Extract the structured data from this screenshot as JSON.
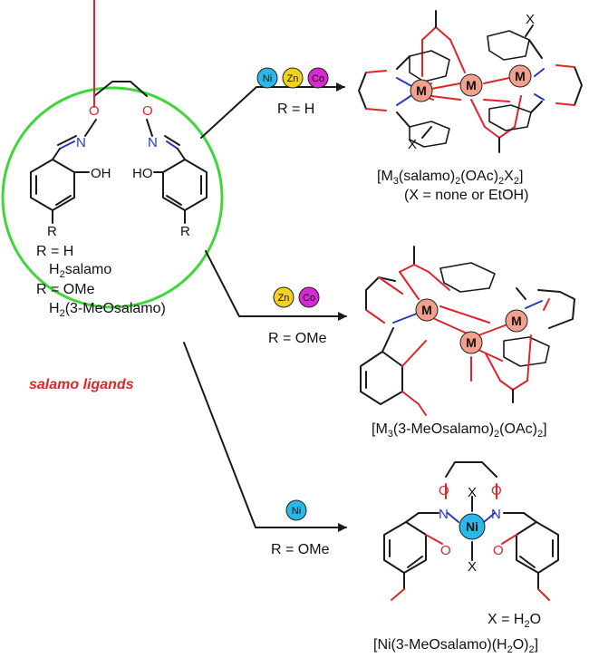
{
  "ligand": {
    "r_h": "R = H",
    "h2salamo_prefix": "H",
    "h2salamo_sub": "2",
    "h2salamo_suffix": "salamo",
    "r_ome": "R = OMe",
    "h2meo_prefix": "H",
    "h2meo_sub": "2",
    "h2meo_suffix": "(3-MeOsalamo)",
    "tag": "salamo ligands",
    "atom_o": "O",
    "atom_n": "N",
    "atom_oh": "OH",
    "atom_ho": "HO",
    "atom_r": "R"
  },
  "metals": {
    "ni": {
      "label": "Ni",
      "color": "#29b8e9"
    },
    "zn": {
      "label": "Zn",
      "color": "#f4d21a"
    },
    "co": {
      "label": "Co",
      "color": "#d62bd0"
    },
    "m_label": "M",
    "m_color": "#f0a08c"
  },
  "reactions": [
    {
      "condition": "R = H",
      "product": {
        "p1": "[M",
        "s1": "3",
        "p2": "(salamo)",
        "s2": "2",
        "p3": "(OAc)",
        "s3": "2",
        "p4": "X",
        "s4": "2",
        "p5": "]"
      },
      "note": "(X = none or EtOH)",
      "x_label": "X"
    },
    {
      "condition": "R = OMe",
      "product": {
        "p1": "[M",
        "s1": "3",
        "p2": "(3-MeOsalamo)",
        "s2": "2",
        "p3": "(OAc)",
        "s3": "2",
        "p4": "]"
      }
    },
    {
      "condition": "R = OMe",
      "product": {
        "p1": "[Ni(3-MeOsalamo)(H",
        "s1": "2",
        "p2": "O)",
        "s2": "2",
        "p3": "]"
      },
      "note_prefix": "X = H",
      "note_sub": "2",
      "note_suffix": "O",
      "x_label": "X",
      "ni_label": "Ni"
    }
  ],
  "colors": {
    "circle": "#3fd63a",
    "oxygen": "#e0242a",
    "nitrogen": "#2a37c7",
    "tag": "#e0242a"
  }
}
